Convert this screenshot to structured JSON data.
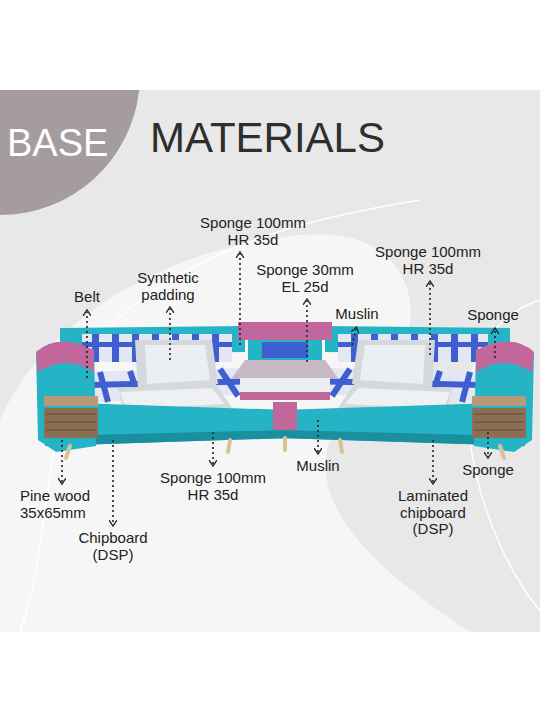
{
  "diagram": {
    "nodes": [
      {
        "text": [
          "BASE"
        ]
      }
    ],
    "labels": [
      "MATERIALS",
      "Sponge 100mm HR 35d",
      "Synthetic padding",
      "Belt",
      "Sponge 30mm EL 25d",
      "Muslin",
      "Sponge 100mm HR 35d",
      "Sponge",
      "Pine wood 35x65mm",
      "Chipboard (DSP)",
      "Sponge 100mm HR 35d",
      "Muslin",
      "Laminated chipboard (DSP)",
      "Sponge"
    ]
  }
}
